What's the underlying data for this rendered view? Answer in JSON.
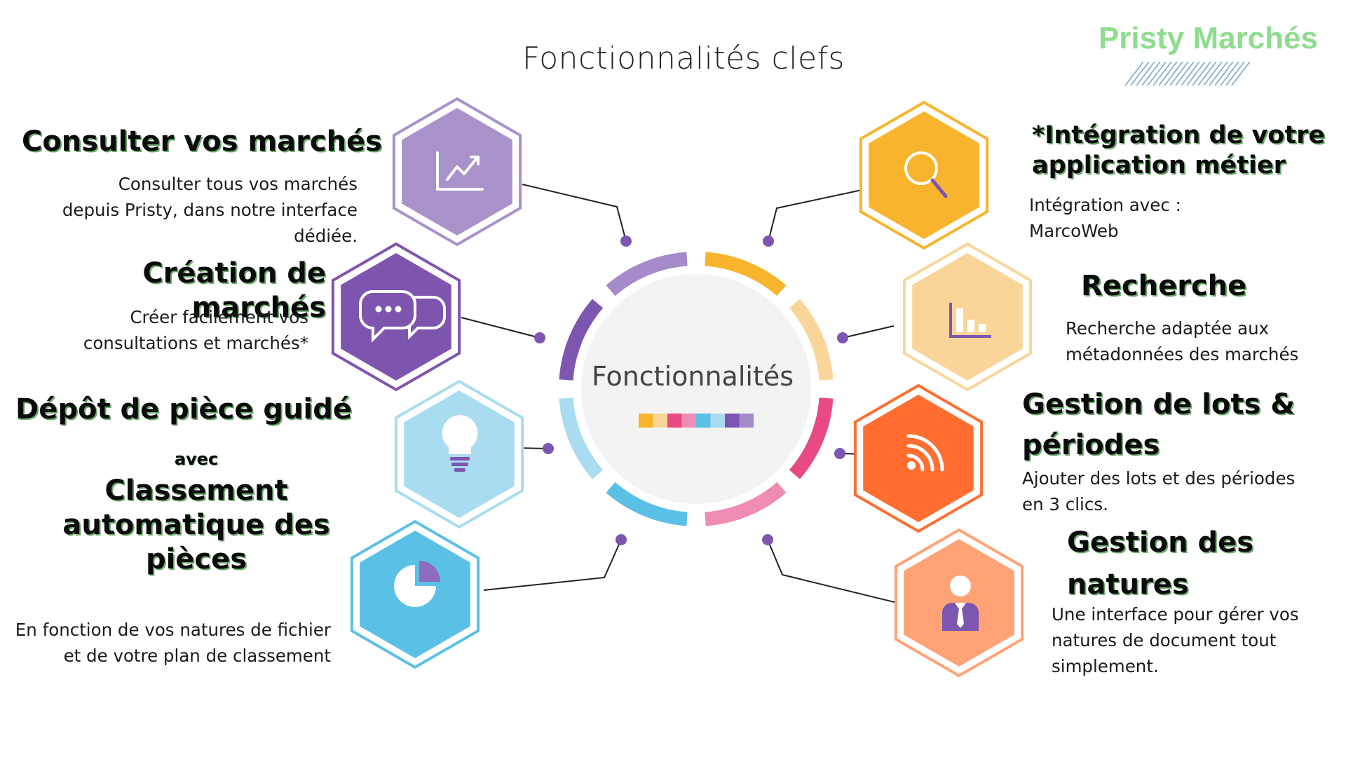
{
  "brand": {
    "name": "Pristy Marchés",
    "color": "#8fdc8f"
  },
  "title": "Fonctionnalités clefs",
  "hub": {
    "label": "Fonctionnalités",
    "swatches": [
      "#f7b42c",
      "#fad59a",
      "#e84a83",
      "#ef8cb3",
      "#5bc0e6",
      "#a9dcf0",
      "#7c56b0",
      "#a58bc9"
    ]
  },
  "ring_segments": [
    {
      "name": "segment-consulter",
      "color": "#a58bc9"
    },
    {
      "name": "segment-integration",
      "color": "#f7b42c"
    },
    {
      "name": "segment-recherche",
      "color": "#fad59a"
    },
    {
      "name": "segment-lots",
      "color": "#e84a83"
    },
    {
      "name": "segment-natures",
      "color": "#ef8cb3"
    },
    {
      "name": "segment-classement",
      "color": "#5bc0e6"
    },
    {
      "name": "segment-depot",
      "color": "#a9dcf0"
    },
    {
      "name": "segment-creation",
      "color": "#7c56b0"
    }
  ],
  "features": {
    "consulter": {
      "title": "Consulter vos marchés",
      "desc": [
        "Consulter tous vos marchés",
        "depuis Pristy, dans notre interface",
        "dédiée."
      ],
      "color": "#a991c9",
      "icon": "chart-line-icon"
    },
    "creation": {
      "title": "Création de marchés",
      "desc": [
        "Créer facilement vos",
        "consultations et marchés*"
      ],
      "color": "#7e55ae",
      "icon": "chat-bubbles-icon"
    },
    "depot": {
      "title": "Dépôt de pièce guidé",
      "connector": "avec",
      "color": "#a9dcf0",
      "icon": "lightbulb-icon"
    },
    "classement": {
      "title": [
        "Classement",
        "automatique des",
        "pièces"
      ],
      "desc": [
        "En fonction de vos natures de fichier",
        "et de votre plan de classement"
      ],
      "color": "#5bc0e6",
      "icon": "pie-chart-icon"
    },
    "integration": {
      "title": [
        "*Intégration de votre",
        "application métier"
      ],
      "desc": [
        "Intégration avec :",
        "MarcoWeb"
      ],
      "color": "#f7b42c",
      "icon": "magnifier-icon"
    },
    "recherche": {
      "title": "Recherche",
      "desc": [
        "Recherche adaptée aux",
        "métadonnées des marchés"
      ],
      "color": "#fad59a",
      "icon": "bar-chart-icon"
    },
    "lots": {
      "title": [
        "Gestion de lots &",
        "périodes"
      ],
      "desc": [
        "Ajouter des lots et des périodes",
        "en 3 clics."
      ],
      "color": "#ff6e30",
      "icon": "signal-icon"
    },
    "natures": {
      "title": [
        "Gestion des",
        "natures"
      ],
      "desc": [
        "Une interface pour gérer vos",
        "natures de document tout",
        "simplement."
      ],
      "color": "#ffa275",
      "icon": "user-tie-icon"
    }
  }
}
